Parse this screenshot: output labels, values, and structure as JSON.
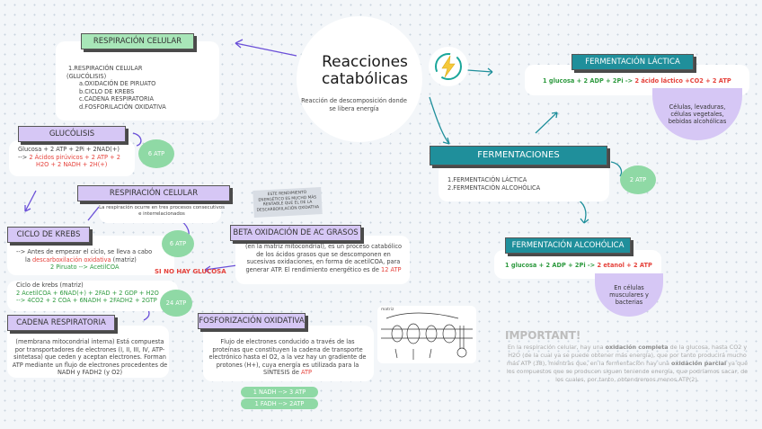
{
  "title": "Reacciones catabólicas",
  "subtitle": "Reacción de descomposición donde se libera energía",
  "respiracion": {
    "header": "RESPIRACIÓN CELULAR",
    "items": [
      "1.RESPIRACIÓN CELULAR",
      "(GLUCÓLISIS)",
      "a.OXIDACIÓN DE PIRUATO",
      "b.CICLO DE KREBS",
      "c.CADENA RESPIRATORIA",
      "d.FOSFORILACIÓN OXIDATIVA"
    ]
  },
  "glucolisis": {
    "header": "GLUCÓLISIS",
    "line1": "Glucosa + 2 ATP + 2Pi + 2NAD(+)",
    "line2a": "--> ",
    "line2b": "2 Ácidos pirúvicos + 2 ATP + 2",
    "line3": "H2O + 2 NADH + 2H(+)",
    "atp": "6 ATP"
  },
  "resp_celular2": {
    "header": "RESPIRACIÓN CELULAR",
    "desc": "La respiración ocurre en tres procesos consecutivos e interrelacionados"
  },
  "note": {
    "text": "ESTE RENDIMIENTO ENERGÉTICO ES MUCHO MÁS RENTABLE QUE EL DE LA DESCARBOXILACIÓN OXIDATIVA"
  },
  "krebs": {
    "header": "CICLO DE KREBS",
    "line1": "--> Antes de empezar el ciclo, se lleva a cabo",
    "line2a": "la ",
    "line2b": "descarboxilación oxidativa",
    "line2c": " (matriz)",
    "line3": "2 Piruato --> AcetilCOA",
    "atp": "6 ATP",
    "sino": "SI NO HAY GLUCOSA",
    "line4": "Ciclo de krebs (matriz)",
    "line5": "2 AcetilCOA + 6NAD(+) + 2FAD + 2 GDP + H2O",
    "line6": "--> 4CO2 + 2 COA + 6NADH + 2FADH2 + 2GTP",
    "atp2": "24 ATP"
  },
  "beta": {
    "header": "BETA OXIDACIÓN DE AC GRASOS",
    "text": "(en la matriz mitocondrial), es un proceso catabólico de los ácidos grasos que se descomponen en sucesivas oxidaciones, en forma de acetilCOA, para generar ATP. El rendimiento energético es de",
    "atp": "12 ATP"
  },
  "cadena": {
    "header": "CADENA RESPIRATORIA",
    "text": "(membrana mitocondrial interna) Está compuesta por transportadores de electrones (I, II, III, IV, ATP-sintetasa) que ceden y aceptan electrones. Forman ATP mediante un flujo de electrones procedentes de NADH y FADH2 (y O2)"
  },
  "fosforilacion": {
    "header": "FOSFORIZACIÓN OXIDATIVA",
    "text": "Flujo de electrones conducido a través de las proteínas que constituyen la cadena de transporte electrónico hasta el O2, a la vez hay un gradiente de protones (H+), cuya energía es utilizada para la SÍNTESIS de",
    "atp": "ATP",
    "pill1": "1 NADH --> 3 ATP",
    "pill2": "1 FADH --> 2ATP"
  },
  "fermentaciones": {
    "header": "FERMENTACIONES",
    "items": [
      "1.FERMENTACIÓN LÁCTICA",
      "2.FERMENTACIÓN ALCOHÓLICA"
    ],
    "atp": "2 ATP"
  },
  "lactica": {
    "header": "FERMENTACIÓN LÁCTICA",
    "eq1": "1 glucosa + 2 ADP + 2Pi -> ",
    "eq2": "2 ácido láctico +CO2 + 2 ATP",
    "cells": "Células, levaduras, células vegetales, bebidas alcohólicas"
  },
  "alcoholica": {
    "header": "FERMENTACIÓN ALCOHÓLICA",
    "eq1": "1 glucosa + 2 ADP + 2Pi -> ",
    "eq2": "2 etanol + 2 ATP",
    "cells": "En células musculares y bacterias"
  },
  "important": {
    "header": "IMPORTANT!",
    "text1": "En la respiración celular, hay una ",
    "b1": "oxidación completa",
    "text2": " de la glucosa, hasta CO2 y H2O (de la cual ya se puede obtener más energía), que por tanto producirá mucho más ATP (38), mientras que, en la fermentación hay una ",
    "b2": "oxidación parcial",
    "text3": " ya que los compuestos que se producen siguen teniendo energía, que podríamos sacar, de los cuales, por tanto, obtendremos menos ATP(2)."
  },
  "diagram": {
    "label": "matriz"
  }
}
